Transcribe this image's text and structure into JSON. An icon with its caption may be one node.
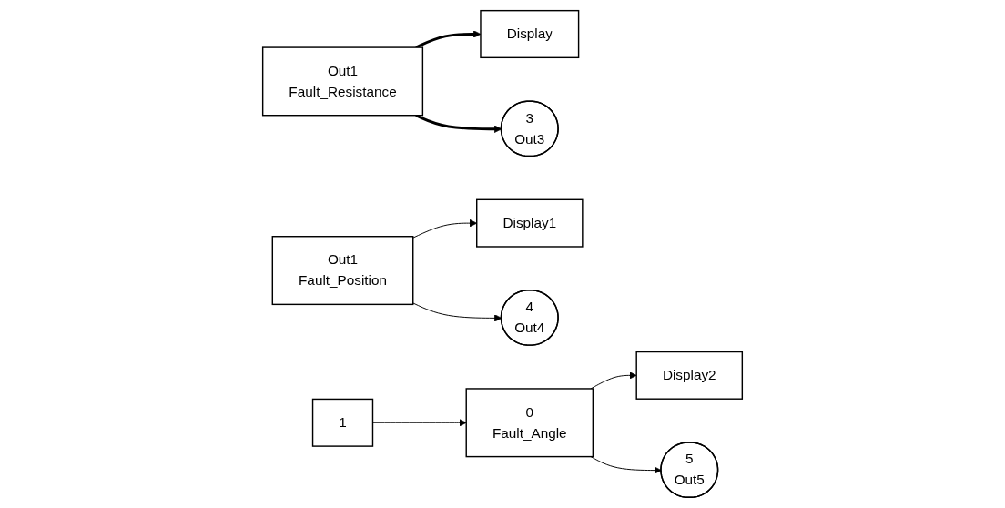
{
  "diagram": {
    "nodes": [
      {
        "text": [
          "Out1",
          "Fault_Resistance"
        ]
      },
      {
        "text": [
          "Display"
        ]
      },
      {
        "text": [
          "3",
          "Out3"
        ]
      },
      {
        "text": [
          "Out1",
          "Fault_Position"
        ]
      },
      {
        "text": [
          "Display1"
        ]
      },
      {
        "text": [
          "4",
          "Out4"
        ]
      },
      {
        "text": [
          "1"
        ]
      },
      {
        "text": [
          "0",
          "Fault_Angle"
        ]
      },
      {
        "text": [
          "Display2"
        ]
      },
      {
        "text": [
          "5",
          "Out5"
        ]
      }
    ],
    "edges": [
      {
        "from": 0,
        "to": 1,
        "arrow": "to",
        "style": "thick"
      },
      {
        "from": 0,
        "to": 2,
        "arrow": "to",
        "style": "thick"
      },
      {
        "from": 3,
        "to": 4,
        "arrow": "to"
      },
      {
        "from": 3,
        "to": 5,
        "arrow": "to"
      },
      {
        "from": 6,
        "to": 7,
        "arrow": "to"
      },
      {
        "from": 7,
        "to": 8,
        "arrow": "to"
      },
      {
        "from": 7,
        "to": 9,
        "arrow": "to"
      }
    ]
  }
}
